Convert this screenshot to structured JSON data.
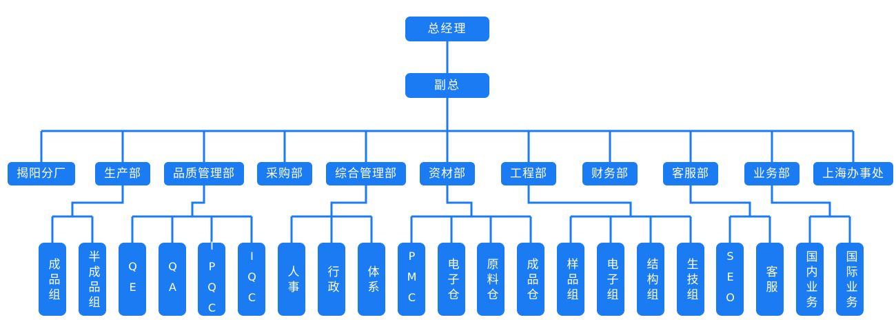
{
  "org_chart": {
    "root": {
      "label": "总经理"
    },
    "deputy": {
      "label": "副总"
    },
    "departments": [
      {
        "label": "揭阳分厂",
        "children": []
      },
      {
        "label": "生产部",
        "children": [
          {
            "label": "成品组"
          },
          {
            "label": "半成品组"
          }
        ]
      },
      {
        "label": "品质管理部",
        "children": [
          {
            "label": "QE"
          },
          {
            "label": "QA"
          },
          {
            "label": "IPQC"
          },
          {
            "label": "IQC"
          }
        ]
      },
      {
        "label": "采购部",
        "children": []
      },
      {
        "label": "综合管理部",
        "children": [
          {
            "label": "人事"
          },
          {
            "label": "行政"
          },
          {
            "label": "体系"
          }
        ]
      },
      {
        "label": "资材部",
        "children": [
          {
            "label": "PMC"
          },
          {
            "label": "电子仓"
          },
          {
            "label": "原料仓"
          },
          {
            "label": "成品仓"
          }
        ]
      },
      {
        "label": "工程部",
        "children": [
          {
            "label": "样品组"
          },
          {
            "label": "电子组"
          },
          {
            "label": "结构组"
          },
          {
            "label": "生技组"
          }
        ]
      },
      {
        "label": "财务部",
        "children": []
      },
      {
        "label": "客服部",
        "children": [
          {
            "label": "SEO"
          },
          {
            "label": "客服"
          }
        ]
      },
      {
        "label": "业务部",
        "children": [
          {
            "label": "国内业务"
          },
          {
            "label": "国际业务"
          }
        ]
      },
      {
        "label": "上海办事处",
        "children": []
      }
    ],
    "colors": {
      "node_fill": "#1b7bf2",
      "connector_line": "#1b7bf2",
      "node_text": "#ffffff",
      "background": "#ffffff"
    }
  }
}
